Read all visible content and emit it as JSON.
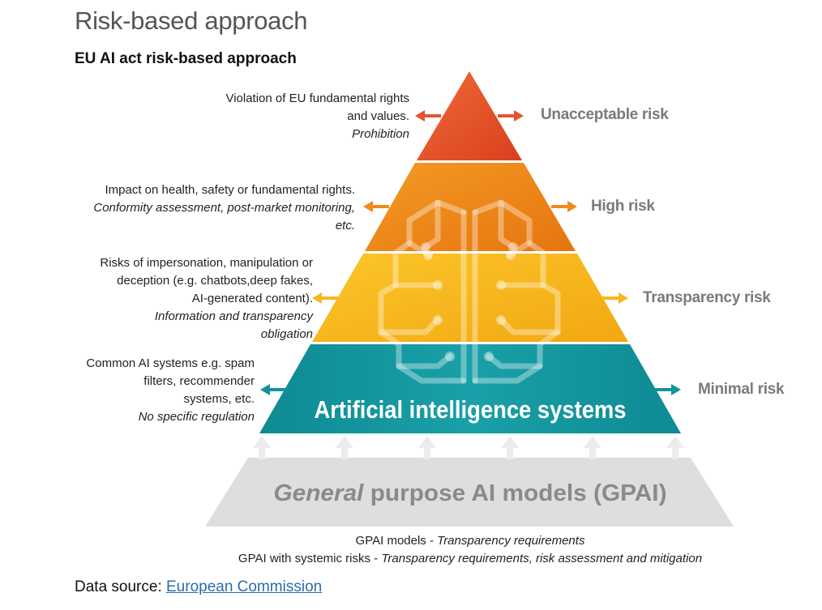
{
  "header": {
    "title": "Risk-based approach",
    "subtitle": "EU AI act risk-based approach"
  },
  "pyramid": {
    "center_label": "Artificial intelligence systems",
    "base_label_italic": "General",
    "base_label_rest": " purpose AI models (GPAI)",
    "levels": [
      {
        "risk": "Unacceptable risk",
        "color": "#e5532c",
        "lines": [
          "Violation of EU fundamental rights",
          "and values."
        ],
        "italic_lines": [
          "Prohibition"
        ]
      },
      {
        "risk": "High risk",
        "color": "#f08a1c",
        "lines": [
          "Impact on health, safety or fundamental rights."
        ],
        "italic_lines": [
          "Conformity assessment, post-market monitoring,",
          "etc."
        ]
      },
      {
        "risk": "Transparency risk",
        "color": "#f7b81d",
        "lines": [
          "Risks of impersonation, manipulation or",
          "deception (e.g. chatbots,deep fakes,",
          "AI-generated content)."
        ],
        "italic_lines": [
          "Information and transparency",
          "obligation"
        ]
      },
      {
        "risk": "Minimal risk",
        "color": "#13939c",
        "lines": [
          "Common AI systems e.g. spam",
          "filters, recommender",
          "systems, etc."
        ],
        "italic_lines": [
          "No specific regulation"
        ]
      }
    ],
    "base_color": "#dcdcdc"
  },
  "footer": {
    "gpai_prefix": "GPAI models - ",
    "gpai_suffix": "Transparency requirements",
    "systemic_prefix": "GPAI with systemic risks - ",
    "systemic_suffix": "Transparency requirements, risk assessment and mitigation"
  },
  "source": {
    "label": "Data source: ",
    "link_text": "European Commission"
  }
}
